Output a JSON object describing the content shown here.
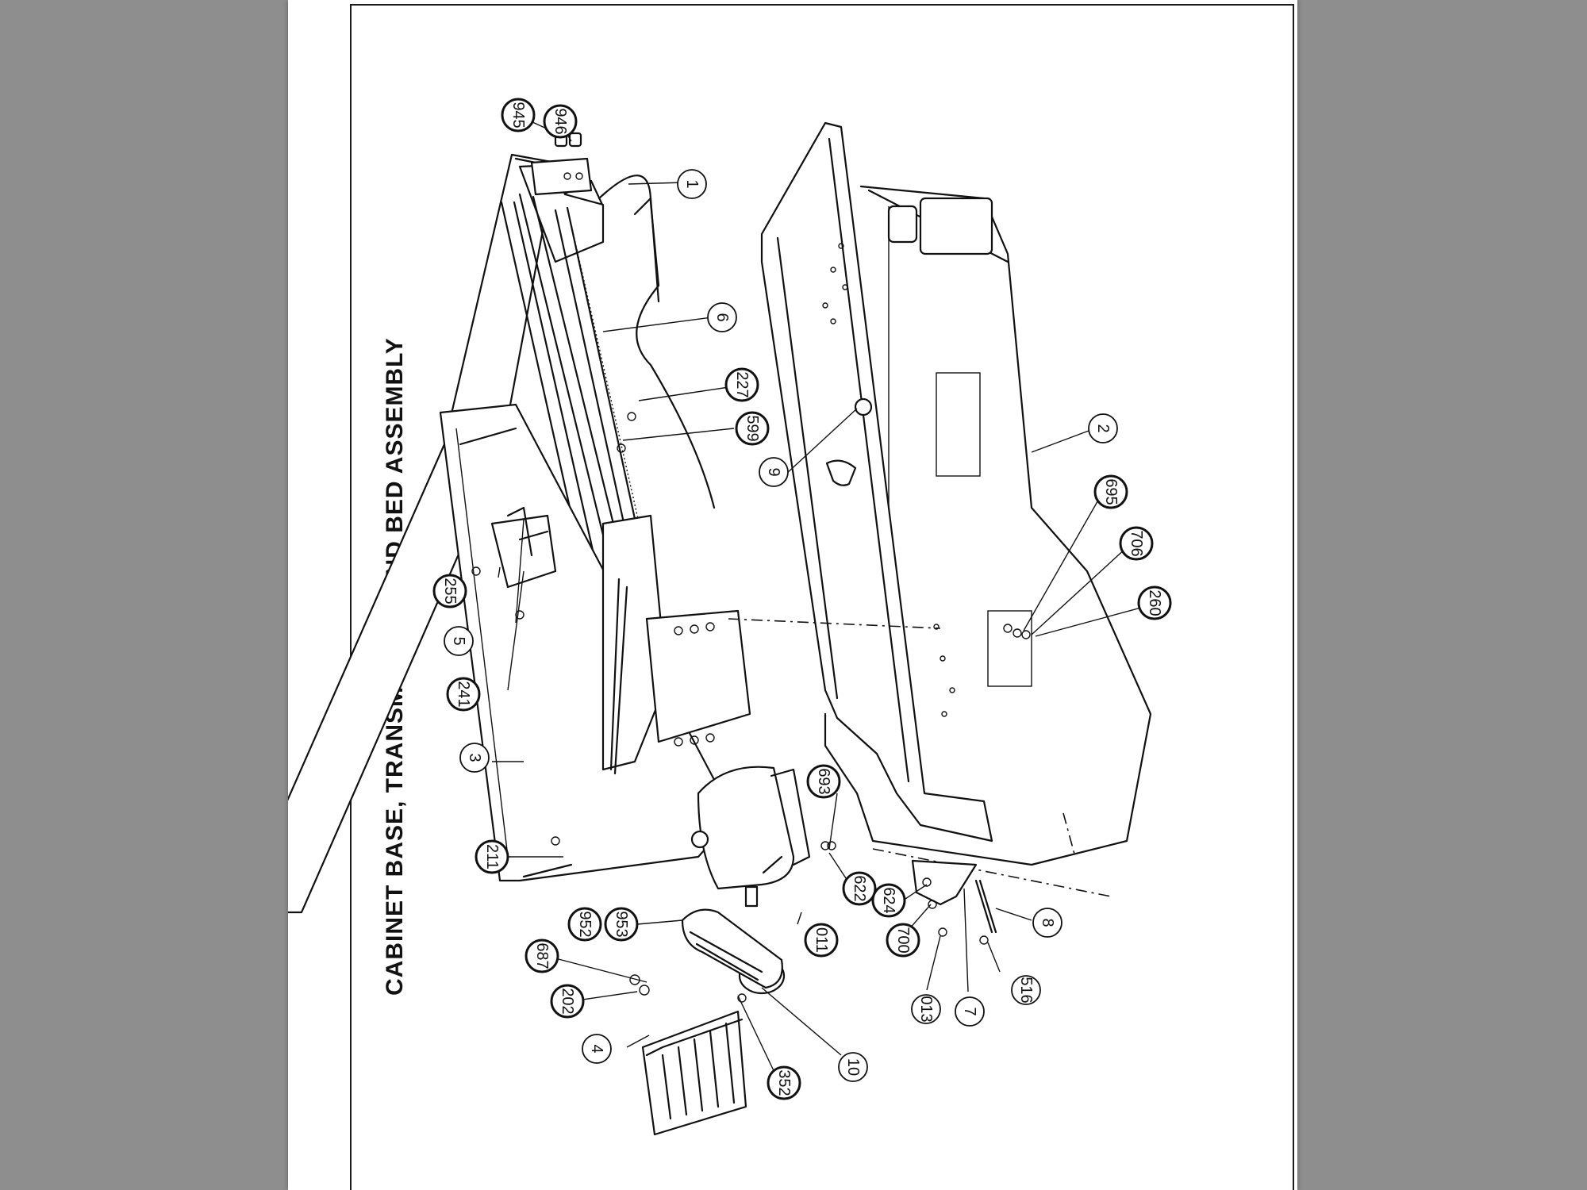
{
  "document": {
    "title": "CABINET BASE, TRANSMISSION AND BED ASSEMBLY"
  },
  "callouts": [
    {
      "id": "945",
      "bold": true
    },
    {
      "id": "946",
      "bold": true
    },
    {
      "id": "1",
      "bold": false
    },
    {
      "id": "6",
      "bold": false
    },
    {
      "id": "227",
      "bold": true
    },
    {
      "id": "599",
      "bold": true
    },
    {
      "id": "9",
      "bold": false
    },
    {
      "id": "2",
      "bold": false
    },
    {
      "id": "695",
      "bold": true
    },
    {
      "id": "706",
      "bold": true
    },
    {
      "id": "260",
      "bold": true
    },
    {
      "id": "255",
      "bold": true
    },
    {
      "id": "5",
      "bold": false
    },
    {
      "id": "241",
      "bold": true
    },
    {
      "id": "3",
      "bold": false
    },
    {
      "id": "211",
      "bold": true
    },
    {
      "id": "693",
      "bold": true
    },
    {
      "id": "622",
      "bold": true
    },
    {
      "id": "011",
      "bold": true
    },
    {
      "id": "952",
      "bold": true
    },
    {
      "id": "953",
      "bold": true
    },
    {
      "id": "687",
      "bold": true
    },
    {
      "id": "202",
      "bold": true
    },
    {
      "id": "4",
      "bold": false
    },
    {
      "id": "352",
      "bold": true
    },
    {
      "id": "10",
      "bold": false
    },
    {
      "id": "624",
      "bold": true
    },
    {
      "id": "700",
      "bold": true
    },
    {
      "id": "013",
      "bold": false
    },
    {
      "id": "7",
      "bold": false
    },
    {
      "id": "8",
      "bold": false
    },
    {
      "id": "516",
      "bold": false
    }
  ]
}
